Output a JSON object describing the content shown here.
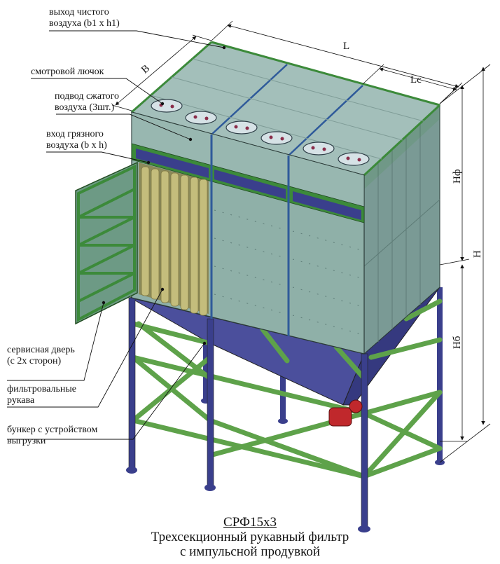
{
  "labels": {
    "clean_air_outlet": "выход чистого\nвоздуха (b1 x h1)",
    "inspection_hatch": "смотровой лючок",
    "compressed_air": "подвод сжатого\nвоздуха (3шт.)",
    "dirty_air_inlet": "вход грязного\nвоздуха (b x h)",
    "service_door": "сервисная дверь\n(с 2х сторон)",
    "filter_bags": "фильтровальные\nрукава",
    "hopper": "бункер с устройством\nвыгрузки"
  },
  "dimensions": {
    "length": "L",
    "width": "B",
    "section_length": "Lc",
    "filter_height": "Hф",
    "total_height": "H",
    "hopper_height": "Hб"
  },
  "caption": {
    "model": "СРФ15х3",
    "line1": "Трехсекционный рукавный фильтр",
    "line2": "с импульсной продувкой"
  },
  "colors": {
    "panel": "#8fb0a8",
    "panel_top": "#a3bfba",
    "frame": "#3c8a3a",
    "structure": "#3a3f8c",
    "bag": "#b8b070",
    "valve": "#c0282c"
  }
}
